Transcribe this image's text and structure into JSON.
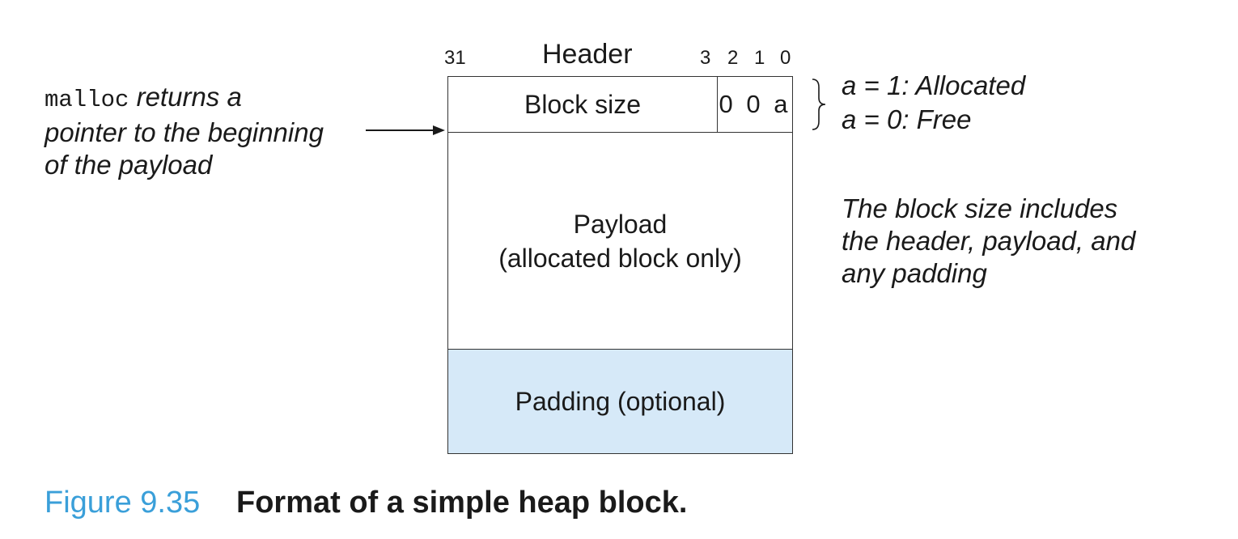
{
  "header": {
    "title": "Header",
    "bit_high": "31",
    "bits_low": [
      "3",
      "2",
      "1",
      "0"
    ]
  },
  "block": {
    "size_label": "Block size",
    "flag_bits": "0 0 a",
    "payload_line1": "Payload",
    "payload_line2": "(allocated block only)",
    "padding_label": "Padding (optional)"
  },
  "left_note": {
    "code": "malloc",
    "line1_rest": " returns a",
    "line2": "pointer to the beginning",
    "line3": "of the payload"
  },
  "legend": {
    "allocated": "a = 1: Allocated",
    "free": "a = 0: Free"
  },
  "right_note": {
    "line1": "The block size includes",
    "line2": "the header, payload, and",
    "line3": "any padding"
  },
  "caption": {
    "number": "Figure 9.35",
    "title": "Format of a simple heap block."
  },
  "colors": {
    "padding_fill": "#d6e9f8",
    "caption_accent": "#3a9fd9"
  }
}
